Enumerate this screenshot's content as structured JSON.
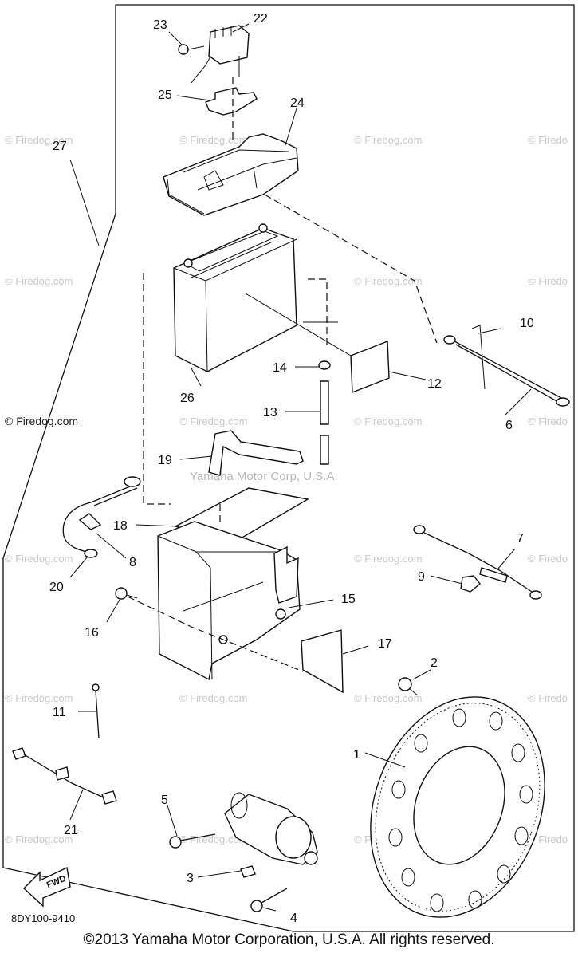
{
  "watermarks": {
    "brand": "© Firedog.com",
    "brand_short": "© Firedo",
    "left_edge": "© Firedog.com",
    "manufacturer": "Yamaha Motor Corp, U.S.A."
  },
  "callouts": [
    "1",
    "2",
    "3",
    "4",
    "5",
    "6",
    "7",
    "8",
    "9",
    "10",
    "11",
    "12",
    "13",
    "14",
    "15",
    "16",
    "17",
    "18",
    "19",
    "20",
    "21",
    "22",
    "23",
    "24",
    "25",
    "26",
    "27"
  ],
  "diagram_code": "8DY100-9410",
  "fwd_label": "FWD",
  "copyright": "©2013 Yamaha Motor Corporation, U.S.A. All rights reserved."
}
